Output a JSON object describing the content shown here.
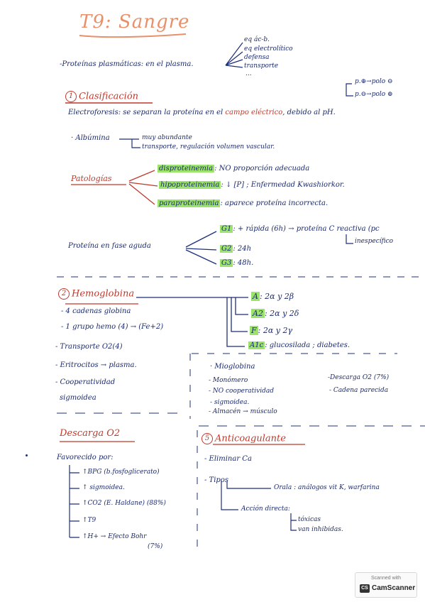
{
  "title": "T9: Sangre",
  "proteinas": {
    "label": "-Proteínas plasmáticas: en el plasma.",
    "items": [
      "eq ác-b.",
      "eq electrolítico",
      "defensa",
      "transporte",
      "..."
    ]
  },
  "s1": {
    "num": "1",
    "heading": "Clasificación",
    "polo_plus": "p.⊕→polo ⊖",
    "polo_minus": "p.⊖→polo ⊕",
    "electro_a": "Electroforesis: se separan la proteína en el",
    "electro_red": "campo eléctrico",
    "electro_b": ", debido al pH.",
    "albumina": "· Albúmina",
    "alb_1": "muy abundante",
    "alb_2": "transporte, regulación volumen vascular.",
    "patologias": "Patologías",
    "pat_1a": "disproteinemia",
    "pat_1b": ": NO proporción adecuada",
    "pat_2a": "hipoproteinemia",
    "pat_2b": ": ↓ [P] ; Enfermedad Kwashiorkor.",
    "pat_3a": "paraproteinemia",
    "pat_3b": ": aparece proteína incorrecta.",
    "fase_aguda": "Proteína en fase aguda",
    "g1a": "G1",
    "g1b": ": + rápida (6h) → proteína C reactiva (pc",
    "g1c": "inespecífico",
    "g2a": "G2",
    "g2b": ": 24h",
    "g3a": "G3",
    "g3b": ": 48h."
  },
  "s2": {
    "num": "2",
    "heading": "Hemoglobina",
    "l1": "- 4 cadenas globina",
    "l2": "- 1 grupo hemo (4) → (Fe+2)",
    "l3": "- Transporte O2(4)",
    "l4": "- Eritrocitos → plasma.",
    "l5": "- Cooperatividad",
    "l6": "sigmoidea",
    "ha": "A",
    "hab": ": 2α y 2β",
    "ha2": "A2",
    "ha2b": ": 2α y 2δ",
    "hf": "F",
    "hfb": ": 2α y 2γ",
    "ha1c": "A1c",
    "ha1cb": ": glucosilada ; diabetes.",
    "mio_title": "· Mioglobina",
    "m1": "- Monómero",
    "m2": "- NO cooperatividad",
    "m3": "- sigmoidea.",
    "m4": "- Almacén → músculo",
    "m5": "-Descarga O2 (7%)",
    "m6": "- Cadena parecida"
  },
  "s3": {
    "heading": "Descarga O2",
    "fav": "Favorecido por:",
    "f1": "↑BPG (b.fosfoglicerato)",
    "f2": "↑ sigmoidea.",
    "f3": "↑CO2 (E. Haldane) (88%)",
    "f4": "↑T9",
    "f5": "↑H+ → Efecto Bohr",
    "f5b": "(7%)"
  },
  "s5": {
    "num": "5",
    "heading": "Anticoagulante",
    "l1": "- Eliminar Ca",
    "l2": "- Tipos",
    "oral": "Orala : análogos vit K, warfarina",
    "directa": "Acción directa:",
    "d1": "tóxicas",
    "d2": "van inhibidas."
  },
  "badge": {
    "scanned": "Scanned with",
    "brand": "CamScanner",
    "cs": "CS"
  },
  "colors": {
    "ink": "#1d2f7a",
    "red": "#c0392b",
    "orange": "#e8906a",
    "highlight": "#9be36b"
  }
}
